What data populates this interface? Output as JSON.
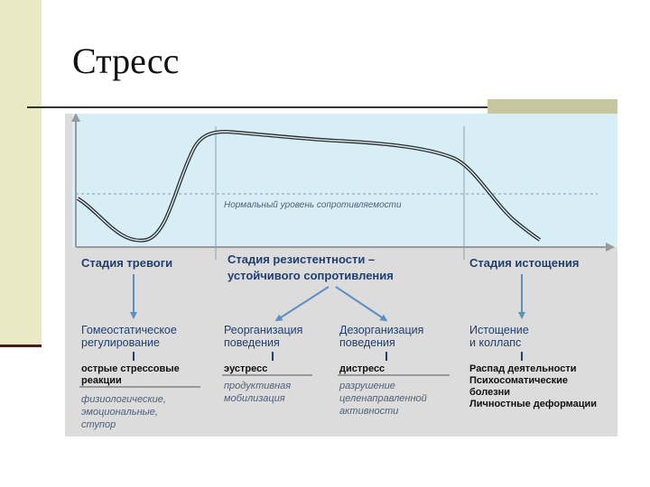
{
  "slide": {
    "title": "Стресс"
  },
  "diagram": {
    "normal_level_label": "Нормальный уровень сопротивляемости",
    "stages": {
      "alarm": "Стадия тревоги",
      "resistance_line1": "Стадия резистентности –",
      "resistance_line2": "устойчивого сопротивления",
      "exhaustion": "Стадия истощения"
    },
    "outcomes": {
      "homeostatic_line1": "Гомеостатическое",
      "homeostatic_line2": "регулирование",
      "reorganization_line1": "Реорганизация",
      "reorganization_line2": "поведения",
      "disorganization_line1": "Дезорганизация",
      "disorganization_line2": "поведения",
      "collapse_line1": "Истощение",
      "collapse_line2": "и коллапс"
    },
    "details": {
      "acute_line1": "острые стрессовые",
      "acute_line2": "реакции",
      "acute_sub1": "физиологические,",
      "acute_sub2": "эмоциональные,",
      "acute_sub3": "ступор",
      "eustress": "эустресс",
      "eustress_sub1": "продуктивная",
      "eustress_sub2": "мобилизация",
      "distress": "дистресс",
      "distress_sub1": "разрушение",
      "distress_sub2": "целенаправленной",
      "distress_sub3": "активности",
      "exhaustion_item1": "Распад деятельности",
      "exhaustion_item2": "Психосоматические",
      "exhaustion_item3": "болезни",
      "exhaustion_item4": "Личностные деформации"
    },
    "colors": {
      "plot_bg": "#d8eef6",
      "panel_bg": "#dcdcdc",
      "text_blue": "#1f3f70",
      "arrow_blue": "#5a8fc4",
      "curve": "#2b2b2b"
    }
  }
}
